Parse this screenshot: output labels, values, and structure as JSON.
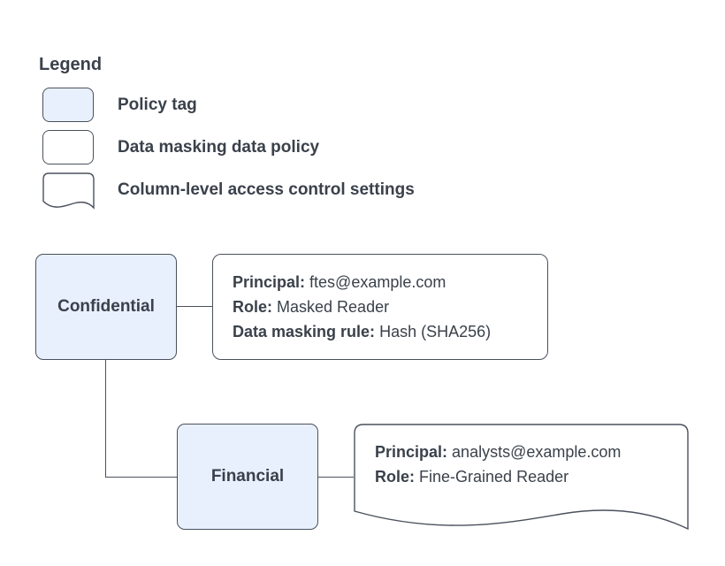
{
  "colors": {
    "background": "#ffffff",
    "policy_tag_fill": "#e8f0fe",
    "outline": "#4a515c",
    "text": "#3a414b"
  },
  "legend": {
    "title": "Legend",
    "items": [
      {
        "icon": "policy-tag-swatch",
        "label": "Policy tag"
      },
      {
        "icon": "data-policy-swatch",
        "label": "Data masking data policy"
      },
      {
        "icon": "document-swatch",
        "label": "Column-level access control settings"
      }
    ]
  },
  "diagram": {
    "confidential": {
      "label": "Confidential"
    },
    "financial": {
      "label": "Financial"
    },
    "masking_policy": {
      "principal_label": "Principal:",
      "principal": "ftes@example.com",
      "role_label": "Role:",
      "role": "Masked Reader",
      "rule_label": "Data masking rule:",
      "rule": "Hash (SHA256)"
    },
    "access_settings": {
      "principal_label": "Principal:",
      "principal": "analysts@example.com",
      "role_label": "Role:",
      "role": "Fine-Grained Reader"
    }
  }
}
